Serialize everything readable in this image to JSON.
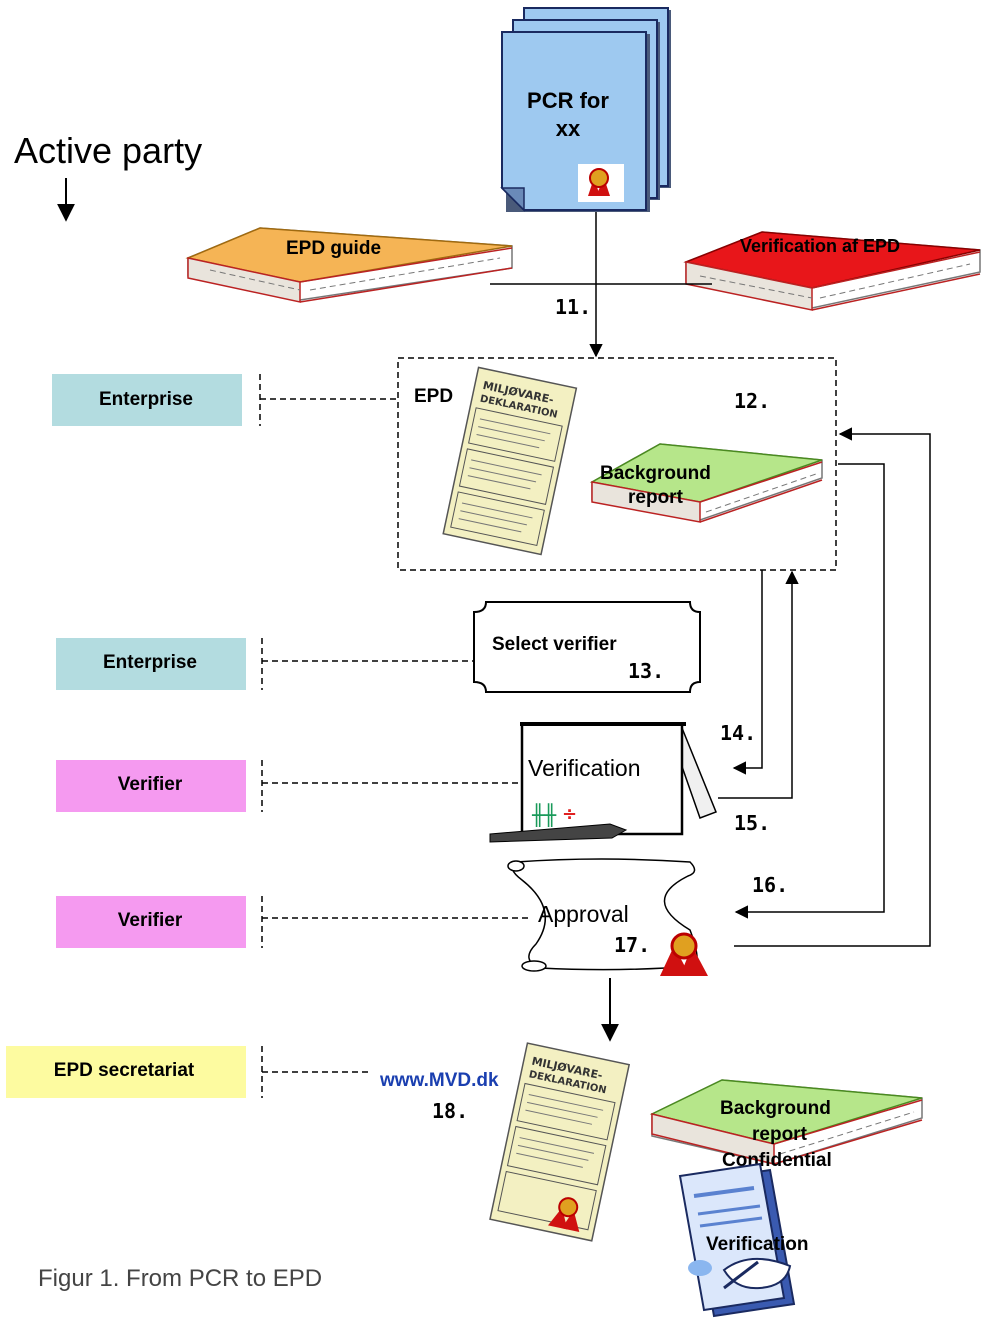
{
  "header": {
    "active_party": "Active party"
  },
  "pcr_doc": {
    "line1": "PCR for",
    "line2": "xx"
  },
  "books": {
    "epd_guide": "EPD guide",
    "verification_of_epd": "Verification af EPD"
  },
  "steps": {
    "s11": "11.",
    "s12": "12.",
    "s13": "13.",
    "s14": "14.",
    "s15": "15.",
    "s16": "16.",
    "s17": "17.",
    "s18": "18."
  },
  "roles": {
    "enterprise_1": "Enterprise",
    "enterprise_2": "Enterprise",
    "verifier_1": "Verifier",
    "verifier_2": "Verifier",
    "epd_secretariat": "EPD secretariat"
  },
  "epd_box": {
    "label": "EPD",
    "background_report_line1": "Background",
    "background_report_line2": "report"
  },
  "declaration": {
    "title_line1": "MILJØVARE-",
    "title_line2": "DEKLARATION"
  },
  "select_verifier": "Select verifier",
  "verification_label": "Verification",
  "approval_label": "Approval",
  "publication": {
    "url": "www.MVD.dk",
    "background_line1": "Background",
    "background_line2": "report",
    "background_line3": "Confidential",
    "verification": "Verification"
  },
  "caption": "Figur 1. From PCR to EPD",
  "colors": {
    "pcr_blue": "#9ec9f0",
    "guide_orange": "#f5b455",
    "verif_red": "#e8161a",
    "green_book": "#b6e68a",
    "enterprise_bg": "#b3dce0",
    "verifier_bg": "#f59af0",
    "secretariat_bg": "#fdfba0",
    "url_blue": "#1a3fb0"
  }
}
